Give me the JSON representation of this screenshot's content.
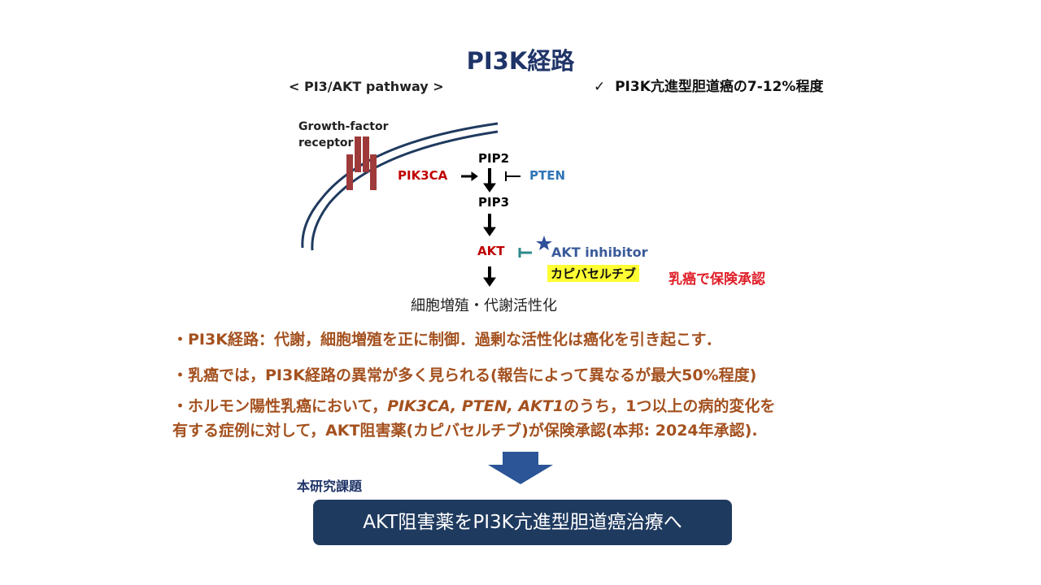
{
  "title": "PI3K経路",
  "subtitle": "< PI3/AKT pathway >",
  "note": {
    "check": "✓",
    "text": "PI3K亢進型胆道癌の7-12%程度"
  },
  "diagram": {
    "receptor_line1": "Growth-factor",
    "receptor_line2": "receptor",
    "pip2": "PIP2",
    "pip3": "PIP3",
    "pik3ca": "PIK3CA",
    "pten": "PTEN",
    "akt": "AKT",
    "inhibitor": "AKT inhibitor",
    "drug": "カピバセルチブ",
    "approval": "乳癌で保険承認",
    "outcome": "細胞増殖・代謝活性化"
  },
  "bullets": [
    "・PI3K経路：代謝，細胞増殖を正に制御．過剰な活性化は癌化を引き起こす．",
    "・乳癌では，PI3K経路の異常が多く見られる(報告によって異なるが最大50%程度)"
  ],
  "bullet3": {
    "pre": "・ホルモン陽性乳癌において，",
    "genes": "PIK3CA, PTEN, AKT1",
    "post": "のうち，1つ以上の病的変化を",
    "line2": "有する症例に対して，AKT阻害薬(カピバセルチブ)が保険承認(本邦: 2024年承認)."
  },
  "research_label": "本研究課題",
  "goal": "AKT阻害薬をPI3K亢進型胆道癌治療へ",
  "colors": {
    "navy": "#1f3468",
    "brown": "#a4511f",
    "red": "#c00000",
    "blue": "#2e75b6"
  }
}
